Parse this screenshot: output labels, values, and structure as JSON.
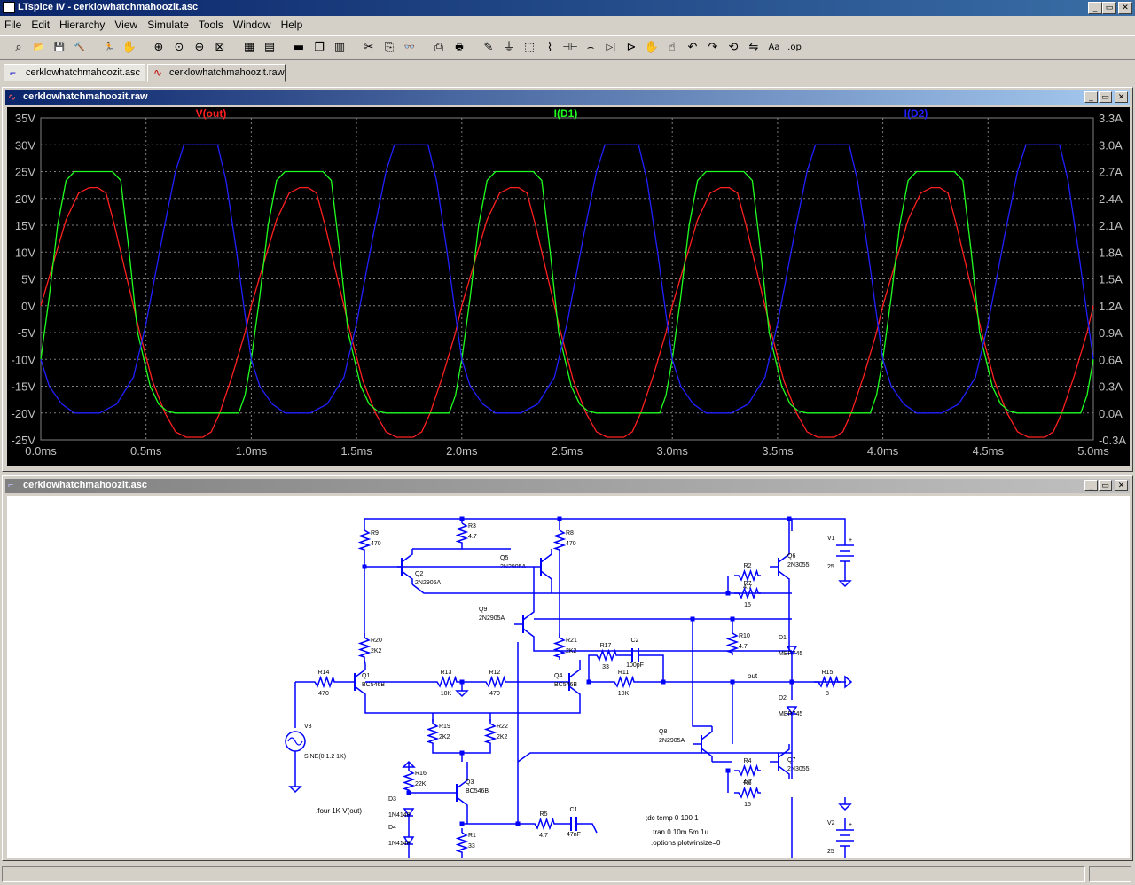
{
  "app": {
    "title": "LTspice IV - cerklowhatchmahoozit.asc",
    "controls": [
      "_",
      "▭",
      "✕"
    ]
  },
  "menu": [
    "File",
    "Edit",
    "Hierarchy",
    "View",
    "Simulate",
    "Tools",
    "Window",
    "Help"
  ],
  "toolbar": [
    {
      "name": "new-schematic-icon",
      "glyph": "⌕"
    },
    {
      "name": "open-icon",
      "glyph": "📂"
    },
    {
      "name": "save-icon",
      "glyph": "💾"
    },
    {
      "name": "control-panel-icon",
      "glyph": "🔨"
    },
    {
      "name": "run-icon",
      "glyph": "🏃"
    },
    {
      "name": "halt-icon",
      "glyph": "✋"
    },
    {
      "name": "zoom-in-icon",
      "glyph": "⊕"
    },
    {
      "name": "pan-icon",
      "glyph": "⊙"
    },
    {
      "name": "zoom-out-icon",
      "glyph": "⊖"
    },
    {
      "name": "zoom-fit-icon",
      "glyph": "⊠"
    },
    {
      "name": "autorange-icon",
      "glyph": "▦"
    },
    {
      "name": "grid-icon",
      "glyph": "▤"
    },
    {
      "name": "tile-horizontal-icon",
      "glyph": "▬"
    },
    {
      "name": "cascade-icon",
      "glyph": "❐"
    },
    {
      "name": "tile-vertical-icon",
      "glyph": "▥"
    },
    {
      "name": "cut-icon",
      "glyph": "✂"
    },
    {
      "name": "copy-icon",
      "glyph": "⎘"
    },
    {
      "name": "find-icon",
      "glyph": "👓"
    },
    {
      "name": "print-preview-icon",
      "glyph": "⎙"
    },
    {
      "name": "print-icon",
      "glyph": "🖶"
    },
    {
      "name": "wire-icon",
      "glyph": "✎"
    },
    {
      "name": "ground-icon",
      "glyph": "⏚"
    },
    {
      "name": "label-net-icon",
      "glyph": "⬚"
    },
    {
      "name": "resistor-icon",
      "glyph": "⌇"
    },
    {
      "name": "capacitor-icon",
      "glyph": "⊣⊢"
    },
    {
      "name": "inductor-icon",
      "glyph": "⌢"
    },
    {
      "name": "diode-icon",
      "glyph": "▷|"
    },
    {
      "name": "component-icon",
      "glyph": "⊳"
    },
    {
      "name": "move-icon",
      "glyph": "✋"
    },
    {
      "name": "drag-icon",
      "glyph": "☝"
    },
    {
      "name": "undo-icon",
      "glyph": "↶"
    },
    {
      "name": "redo-icon",
      "glyph": "↷"
    },
    {
      "name": "rotate-icon",
      "glyph": "⟲"
    },
    {
      "name": "mirror-icon",
      "glyph": "⇋"
    },
    {
      "name": "text-icon",
      "glyph": "Aa"
    },
    {
      "name": "spice-directive-icon",
      "glyph": ".op"
    }
  ],
  "tabs": [
    {
      "label": "cerklowhatchmahoozit.asc"
    },
    {
      "label": "cerklowhatchmahoozit.raw"
    }
  ],
  "waveform_window": {
    "title": "cerklowhatchmahoozit.raw"
  },
  "schematic_window": {
    "title": "cerklowhatchmahoozit.asc"
  },
  "colors": {
    "vout": "#ff2020",
    "id1": "#20ff20",
    "id2": "#2020ff",
    "grid": "#808080",
    "schematic": "#0000ff",
    "net": "#0000c0"
  },
  "chart_data": {
    "type": "line",
    "x_label_units": "ms",
    "xlim": [
      0,
      5
    ],
    "x_ticks": [
      "0.0ms",
      "0.5ms",
      "1.0ms",
      "1.5ms",
      "2.0ms",
      "2.5ms",
      "3.0ms",
      "3.5ms",
      "4.0ms",
      "4.5ms",
      "5.0ms"
    ],
    "y_left": {
      "lim": [
        -25,
        35
      ],
      "ticks": [
        "35V",
        "30V",
        "25V",
        "20V",
        "15V",
        "10V",
        "5V",
        "0V",
        "-5V",
        "-10V",
        "-15V",
        "-20V",
        "-25V"
      ]
    },
    "y_right": {
      "lim": [
        -0.3,
        3.3
      ],
      "ticks": [
        "3.3A",
        "3.0A",
        "2.7A",
        "2.4A",
        "2.1A",
        "1.8A",
        "1.5A",
        "1.2A",
        "0.9A",
        "0.6A",
        "0.3A",
        "0.0A",
        "-0.3A"
      ]
    },
    "grid": true,
    "series": [
      {
        "name": "V(out)",
        "axis": "left",
        "color": "#ff2020",
        "x": [
          0,
          0.06,
          0.12,
          0.18,
          0.23,
          0.27,
          0.31,
          0.35,
          0.41,
          0.47,
          0.53,
          0.59,
          0.64,
          0.69,
          0.73,
          0.77,
          0.81,
          0.85,
          0.91,
          0.97,
          1.0
        ],
        "y": [
          0,
          8,
          16,
          21,
          22,
          22,
          21,
          15,
          5,
          -5,
          -14,
          -20,
          -23.5,
          -24.5,
          -24.5,
          -24.5,
          -23.5,
          -20,
          -13,
          -5,
          0
        ],
        "period": 1
      },
      {
        "name": "I(D1)",
        "axis": "right",
        "color": "#20ff20",
        "x": [
          0,
          0.04,
          0.08,
          0.12,
          0.16,
          0.34,
          0.38,
          0.42,
          0.46,
          0.52,
          0.56,
          0.6,
          0.64,
          0.94,
          0.97,
          1.0
        ],
        "y": [
          0.6,
          1.3,
          2.1,
          2.6,
          2.7,
          2.7,
          2.6,
          1.8,
          0.9,
          0.3,
          0.1,
          0.02,
          0.0,
          0.0,
          0.2,
          0.6
        ],
        "period": 1
      },
      {
        "name": "I(D2)",
        "axis": "right",
        "color": "#2020ff",
        "x": [
          0,
          0.04,
          0.1,
          0.16,
          0.28,
          0.36,
          0.44,
          0.5,
          0.58,
          0.64,
          0.68,
          0.84,
          0.88,
          0.93,
          0.97,
          1.0
        ],
        "y": [
          0.6,
          0.3,
          0.1,
          0.0,
          0.0,
          0.1,
          0.4,
          1.0,
          2.0,
          2.7,
          3.0,
          3.0,
          2.6,
          1.8,
          1.1,
          0.6
        ],
        "period": 1
      }
    ]
  },
  "schematic": {
    "components": [
      {
        "ref": "R9",
        "value": "470"
      },
      {
        "ref": "R3",
        "value": "4.7"
      },
      {
        "ref": "R8",
        "value": "470"
      },
      {
        "ref": "Q2",
        "value": "2N2905A"
      },
      {
        "ref": "Q5",
        "value": "2N2905A"
      },
      {
        "ref": "Q9",
        "value": "2N2905A"
      },
      {
        "ref": "R2",
        "value": "4.7"
      },
      {
        "ref": "R7",
        "value": "15"
      },
      {
        "ref": "Q6",
        "value": "2N3055"
      },
      {
        "ref": "V1",
        "value": "25"
      },
      {
        "ref": "R20",
        "value": "2K2"
      },
      {
        "ref": "R21",
        "value": "2K2"
      },
      {
        "ref": "R17",
        "value": "33"
      },
      {
        "ref": "C2",
        "value": "100pF"
      },
      {
        "ref": "R10",
        "value": "4.7"
      },
      {
        "ref": "D1",
        "value": "MBR745"
      },
      {
        "ref": "R14",
        "value": "470"
      },
      {
        "ref": "Q1",
        "value": "BC546B"
      },
      {
        "ref": "R13",
        "value": "10K"
      },
      {
        "ref": "R12",
        "value": "470"
      },
      {
        "ref": "Q4",
        "value": "BC546B"
      },
      {
        "ref": "R11",
        "value": "10K"
      },
      {
        "ref": "R15",
        "value": "8"
      },
      {
        "ref": "D2",
        "value": "MBR745"
      },
      {
        "ref": "V3",
        "value": "SINE(0 1.2 1K)"
      },
      {
        "ref": "R19",
        "value": "2K2"
      },
      {
        "ref": "R22",
        "value": "2K2"
      },
      {
        "ref": "Q8",
        "value": "2N2905A"
      },
      {
        "ref": "R4",
        "value": "4.7"
      },
      {
        "ref": "R6",
        "value": "15"
      },
      {
        "ref": "Q7",
        "value": "2N3055"
      },
      {
        "ref": "R16",
        "value": "22K"
      },
      {
        "ref": "Q3",
        "value": "BC546B"
      },
      {
        "ref": "D3",
        "value": "1N4148"
      },
      {
        "ref": "D4",
        "value": "1N4148"
      },
      {
        "ref": "R1",
        "value": "33"
      },
      {
        "ref": "R5",
        "value": "4.7"
      },
      {
        "ref": "C1",
        "value": "47nF"
      },
      {
        "ref": "V2",
        "value": "25"
      }
    ],
    "net_label_out": "out",
    "directives": [
      ".four 1K V(out)",
      ";dc temp 0 100 1",
      ".tran 0 10m 5m 1u",
      ".options plotwinsize=0"
    ]
  }
}
